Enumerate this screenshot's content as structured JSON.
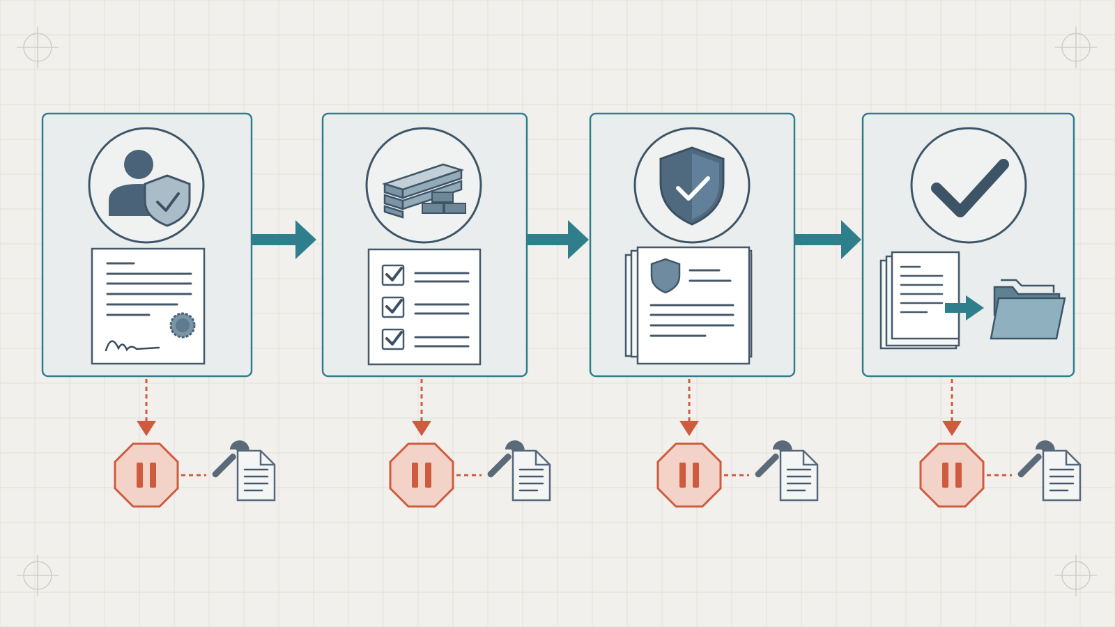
{
  "diagram": {
    "stages": [
      {
        "id": "identity-verification",
        "icon": "user-shield-icon",
        "document": "signed-certificate-icon"
      },
      {
        "id": "materials-checklist",
        "icon": "building-materials-icon",
        "document": "checklist-icon"
      },
      {
        "id": "security-approval",
        "icon": "shield-check-icon",
        "document": "shield-document-icon"
      },
      {
        "id": "completion-filing",
        "icon": "checkmark-icon",
        "document": "document-to-folder-icon"
      }
    ],
    "connectors": [
      "arrow-right-icon",
      "arrow-right-icon",
      "arrow-right-icon"
    ],
    "halt_points": [
      {
        "stop": "pause-octagon-icon",
        "tool": "wrench-icon",
        "record": "document-icon"
      },
      {
        "stop": "pause-octagon-icon",
        "tool": "wrench-icon",
        "record": "document-icon"
      },
      {
        "stop": "pause-octagon-icon",
        "tool": "wrench-icon",
        "record": "document-icon"
      },
      {
        "stop": "pause-octagon-icon",
        "tool": "wrench-icon",
        "record": "document-icon"
      }
    ],
    "colors": {
      "background": "#f1f0ec",
      "card_border": "#2f7e8c",
      "flow_arrow": "#2f7e8c",
      "icon_slate": "#44586a",
      "halt_red": "#cf5b3e",
      "halt_fill": "#f3d3c8"
    }
  }
}
